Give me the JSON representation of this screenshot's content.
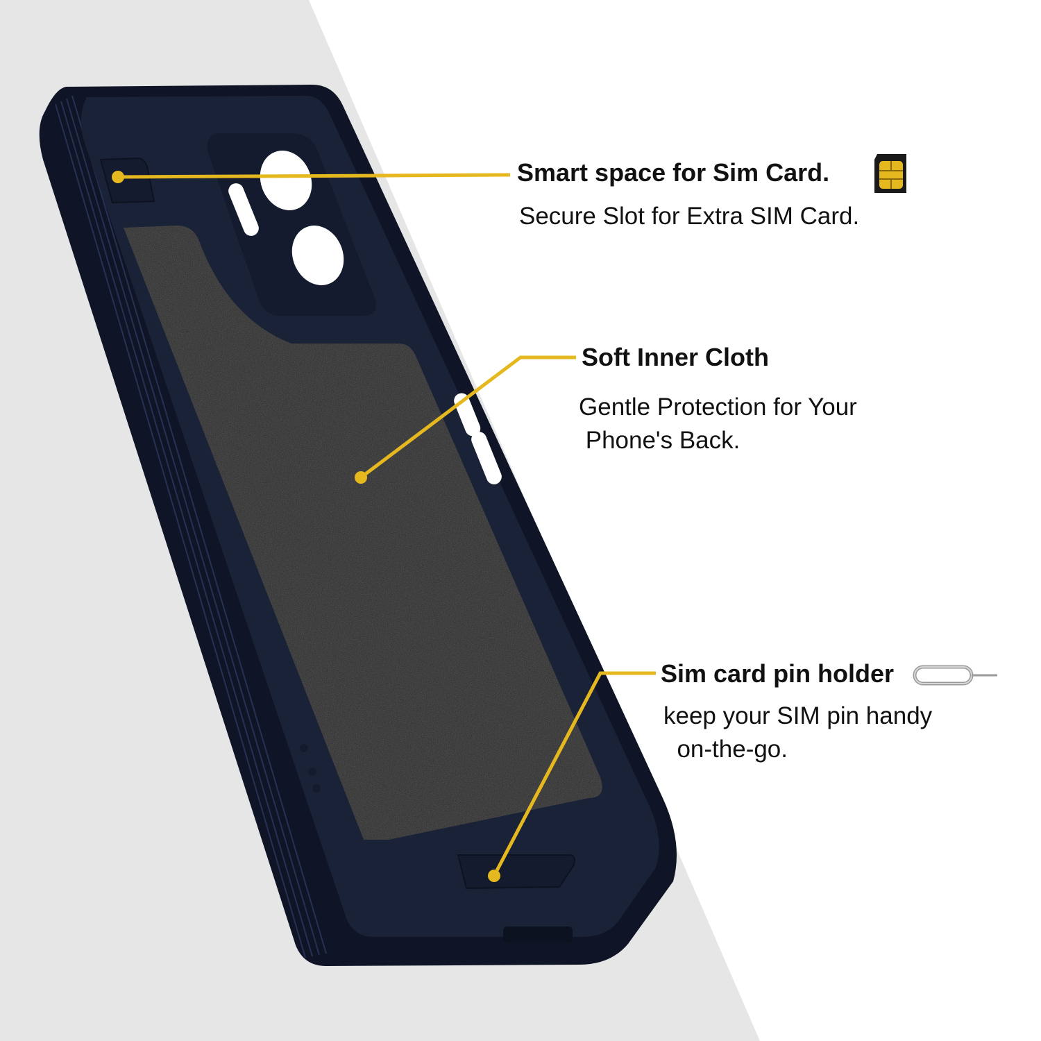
{
  "colors": {
    "background_left": "#e6e6e6",
    "background_right": "#ffffff",
    "case_navy": "#1a2237",
    "case_edge": "#0f1526",
    "cloth": "#1c1c1c",
    "callout": "#e6b820",
    "text": "#111111"
  },
  "features": [
    {
      "title": "Smart space for Sim Card.",
      "desc_lines": [
        "Secure Slot for Extra SIM Card."
      ],
      "icon": "sim-card-icon"
    },
    {
      "title": "Soft Inner Cloth",
      "desc_lines": [
        "Gentle Protection for Your",
        " Phone's Back."
      ],
      "icon": ""
    },
    {
      "title": "Sim card pin holder",
      "desc_lines": [
        "keep your SIM pin handy",
        "  on-the-go."
      ],
      "icon": "sim-eject-pin-icon"
    }
  ]
}
